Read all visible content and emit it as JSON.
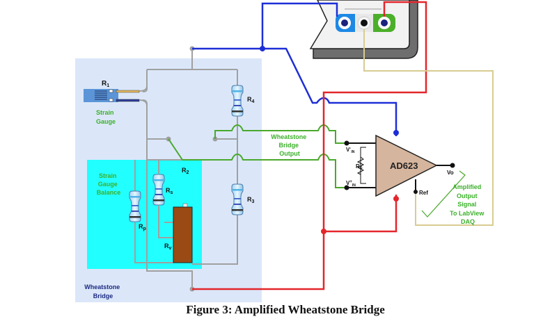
{
  "caption": "Figure 3: Amplified Wheatstone Bridge",
  "labels": {
    "r1": "R",
    "r1_sub": "1",
    "strain_gauge_line1": "Strain",
    "strain_gauge_line2": "Gauge",
    "r4": "R",
    "r4_sub": "4",
    "r3": "R",
    "r3_sub": "3",
    "r2": "R",
    "r2_sub": "2",
    "rs": "R",
    "rs_sub": "s",
    "rp": "R",
    "rp_sub": "p",
    "rv": "R",
    "rv_sub": "v",
    "balance_line1": "Strain",
    "balance_line2": "Gauge",
    "balance_line3": "Balance",
    "bridge_line1": "Wheatstone",
    "bridge_line2": "Bridge",
    "output_line1": "Wheatstone",
    "output_line2": "Bridge",
    "output_line3": "Output",
    "vin_minus": "V",
    "vin_minus_sup": "-",
    "vin_minus_sub": "IN",
    "vin_plus": "V",
    "vin_plus_sup": "+",
    "vin_plus_sub": "IN",
    "rg": "R",
    "rg_sub": "G",
    "amp": "AD623",
    "vo": "Vo",
    "ref": "Ref",
    "amplified_line1": "Amplified",
    "amplified_line2": "Output",
    "amplified_line3": "Signal",
    "amplified_line4": "To LabView",
    "amplified_line5": "DAQ"
  },
  "colors": {
    "bridge_bg": "#dbe7f9",
    "balance_bg": "#22ffff",
    "wire_gray": "#a0a0a0",
    "wire_blue": "#1d2ed6",
    "wire_red": "#e3262b",
    "wire_green": "#4aa82c",
    "wire_tan": "#d8cc92",
    "amp_fill": "#d5b59d",
    "pot_fill": "#9a4a14",
    "label_green": "#3bb02a",
    "label_navy": "#1c2a80",
    "daq_body": "#f2f2f2",
    "daq_shadow": "#6e6e6e"
  }
}
